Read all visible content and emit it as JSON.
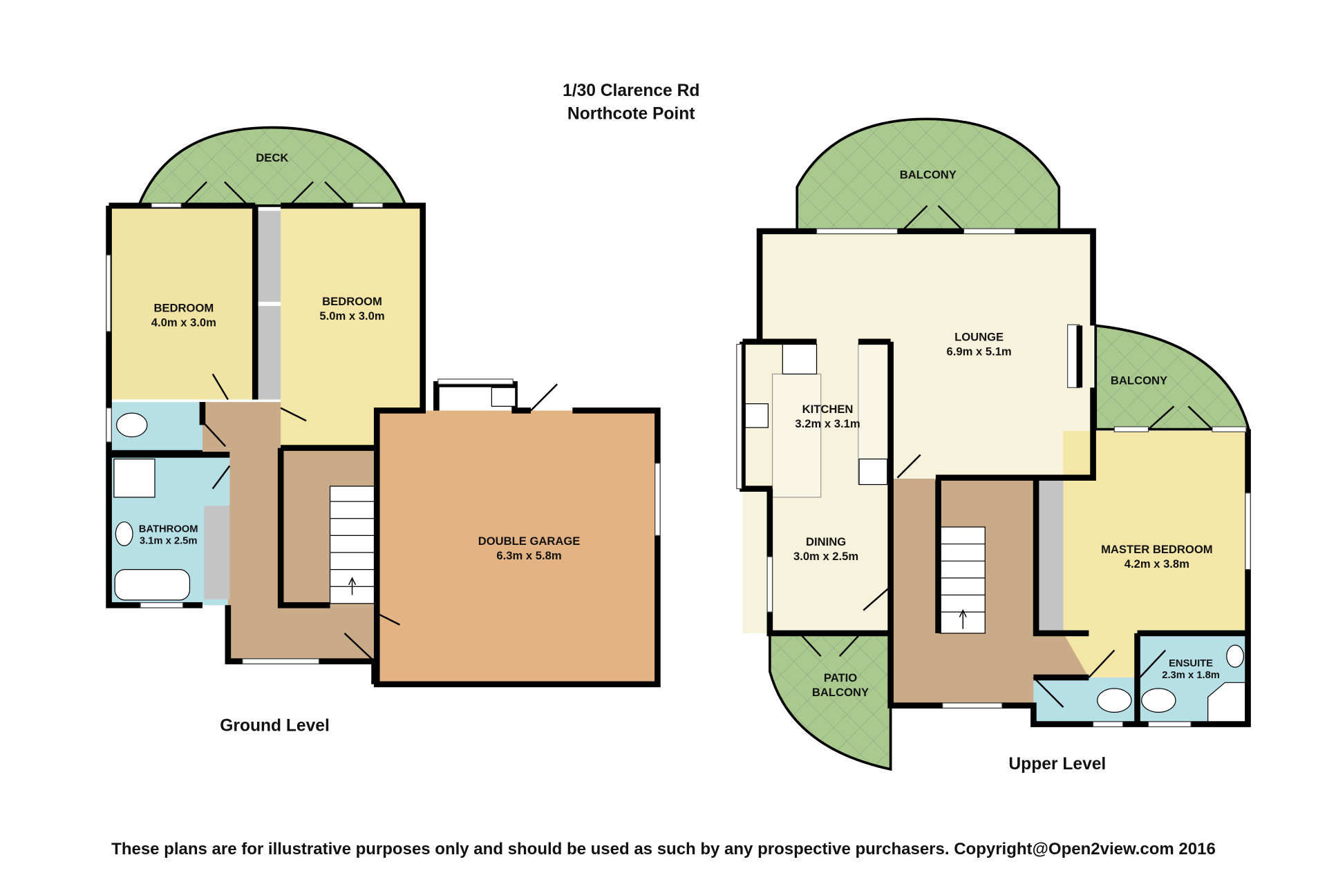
{
  "header": {
    "address_line1": "1/30 Clarence Rd",
    "address_line2": "Northcote Point"
  },
  "ground_level": {
    "label": "Ground Level",
    "rooms": [
      {
        "name": "DECK",
        "size": ""
      },
      {
        "name": "BEDROOM",
        "size": "4.0m x 3.0m"
      },
      {
        "name": "BEDROOM",
        "size": "5.0m x 3.0m"
      },
      {
        "name": "BATHROOM",
        "size": "3.1m x 2.5m"
      },
      {
        "name": "DOUBLE GARAGE",
        "size": "6.3m x 5.8m"
      }
    ]
  },
  "upper_level": {
    "label": "Upper Level",
    "rooms": [
      {
        "name": "BALCONY",
        "size": ""
      },
      {
        "name": "LOUNGE",
        "size": "6.9m x 5.1m"
      },
      {
        "name": "BALCONY",
        "size": ""
      },
      {
        "name": "KITCHEN",
        "size": "3.2m x 3.1m"
      },
      {
        "name": "DINING",
        "size": "3.0m x 2.5m"
      },
      {
        "name": "MASTER BEDROOM",
        "size": "4.2m x 3.8m"
      },
      {
        "name": "ENSUITE",
        "size": "2.3m x 1.8m"
      },
      {
        "name": "PATIO",
        "size": "BALCONY"
      }
    ]
  },
  "footer": {
    "disclaimer": "These plans are for illustrative purposes only and should be used as such by any prospective purchasers. Copyright@Open2view.com 2016"
  },
  "colors": {
    "bedroom": "#f3e6a6",
    "deck": "#a9c98f",
    "bathroom": "#b7dfe6",
    "hall": "#c9ab8a",
    "garage": "#e3b383",
    "living": "#f7f2dc",
    "storage": "#c4c4c4"
  }
}
